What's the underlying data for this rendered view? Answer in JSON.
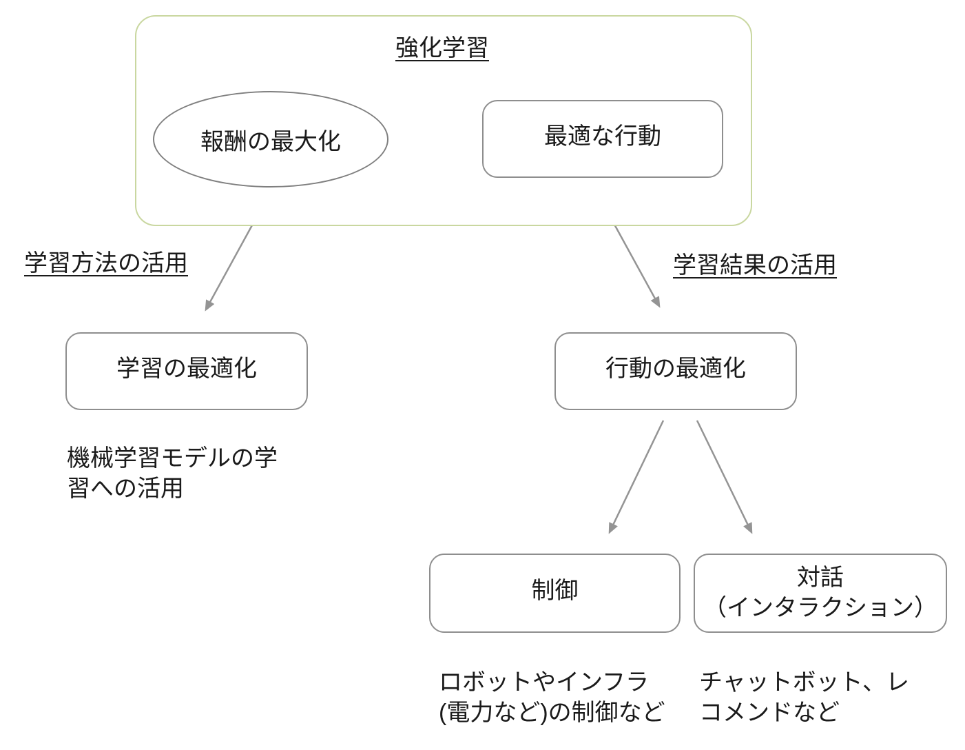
{
  "diagram": {
    "container": {
      "title": "強化学習"
    },
    "ellipse_reward": {
      "label": "報酬の最大化"
    },
    "box_optimal_action": {
      "label": "最適な行動"
    },
    "label_method": {
      "text": "学習方法の活用"
    },
    "label_result": {
      "text": "学習結果の活用"
    },
    "box_learning_optimization": {
      "label": "学習の最適化"
    },
    "box_action_optimization": {
      "label": "行動の最適化"
    },
    "caption_ml": {
      "line1": "機械学習モデルの学",
      "line2": "習への活用"
    },
    "box_control": {
      "label": "制御"
    },
    "box_dialog": {
      "line1": "対話",
      "line2": "（インタラクション）"
    },
    "caption_control": {
      "line1": "ロボットやインフラ",
      "line2": "(電力など)の制御など"
    },
    "caption_dialog": {
      "line1": "チャットボット、レ",
      "line2": "コメンドなど"
    }
  },
  "colors": {
    "container_border": "#c9d7a0",
    "block_arrow_fill": "#d7e4bd",
    "shape_border": "#8e8e8e",
    "shape_border_dark": "#7f7f7f",
    "connector": "#949494",
    "text": "#1a1a1a"
  }
}
